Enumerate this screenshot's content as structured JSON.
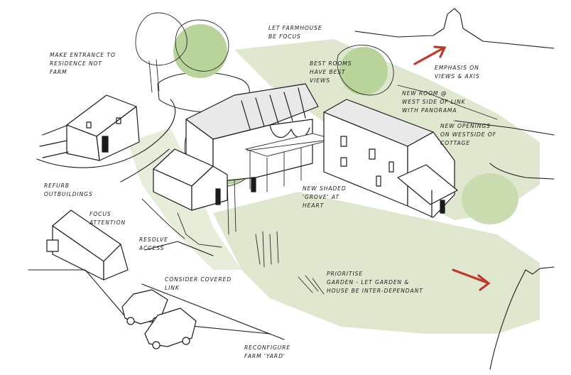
{
  "annotations": {
    "let_farmhouse": "Let farmhouse\nbe focus",
    "main_entrance": "Make entrance to\nresidence not\nfarm",
    "best_rooms": "Best rooms\nhave best\nviews",
    "emphasis_views": "Emphasis on\nviews & axis",
    "new_room": "New room @\nwest side of link\nwith panorama",
    "new_openings": "New openings\non westside of\ncottage",
    "refurb_outbuildings": "Refurb\noutbuildings",
    "focus_attention": "Focus\nattention",
    "resolve_access": "Resolve\naccess",
    "new_shaded_grove": "New shaded\n'grove' at\nheart",
    "consider_covered_link": "Consider covered\nlink",
    "prioritise_garden": "Prioritise\ngarden - let garden &\nhouse be inter-dependant",
    "reconfigure_yard": "Reconfigure\nfarm 'yard'"
  },
  "palette": {
    "ink": "#1b1b1b",
    "lawn": "#dfe8cf",
    "tree_green": "#b9d49b",
    "pond_blue": "#b7c6d3",
    "accent_red": "#c0392b",
    "wall": "#ffffff",
    "roof_shade": "#e9e9e9"
  }
}
